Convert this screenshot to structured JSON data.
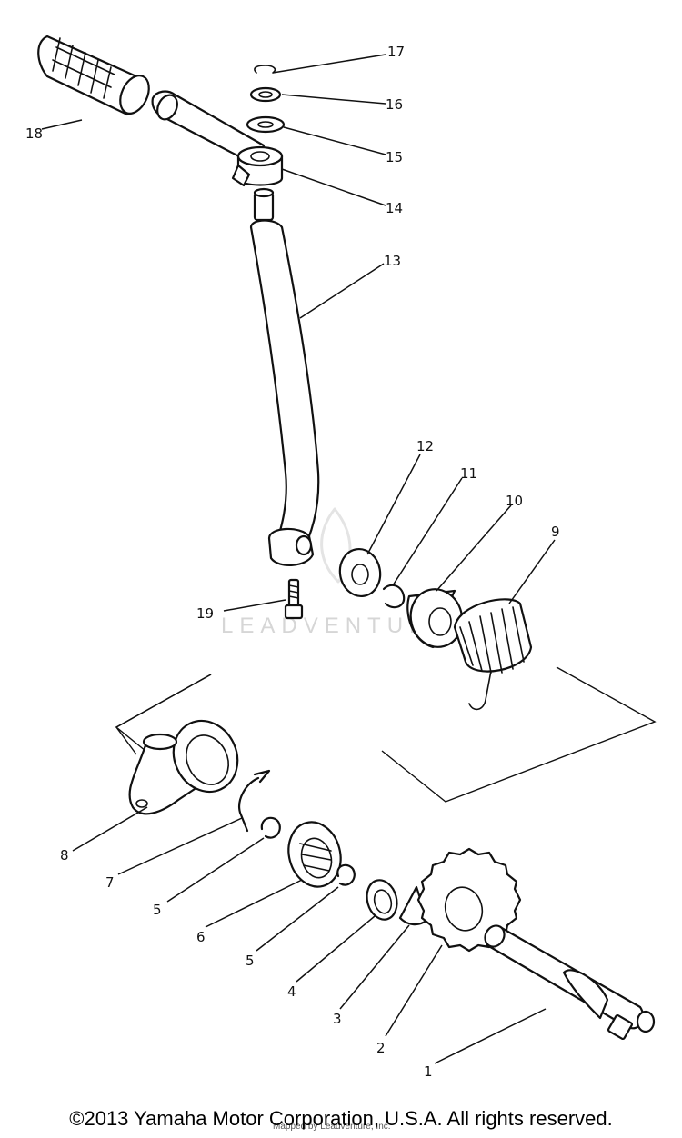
{
  "callouts": [
    "1",
    "2",
    "3",
    "4",
    "5",
    "5",
    "6",
    "7",
    "8",
    "9",
    "10",
    "11",
    "12",
    "13",
    "14",
    "15",
    "16",
    "17",
    "18",
    "19"
  ],
  "watermark": "LEADVENTURE",
  "watermark_small": "Mapped by Leadventure, Inc.",
  "copyright": "©2013 Yamaha Motor Corporation, U.S.A. All rights reserved."
}
